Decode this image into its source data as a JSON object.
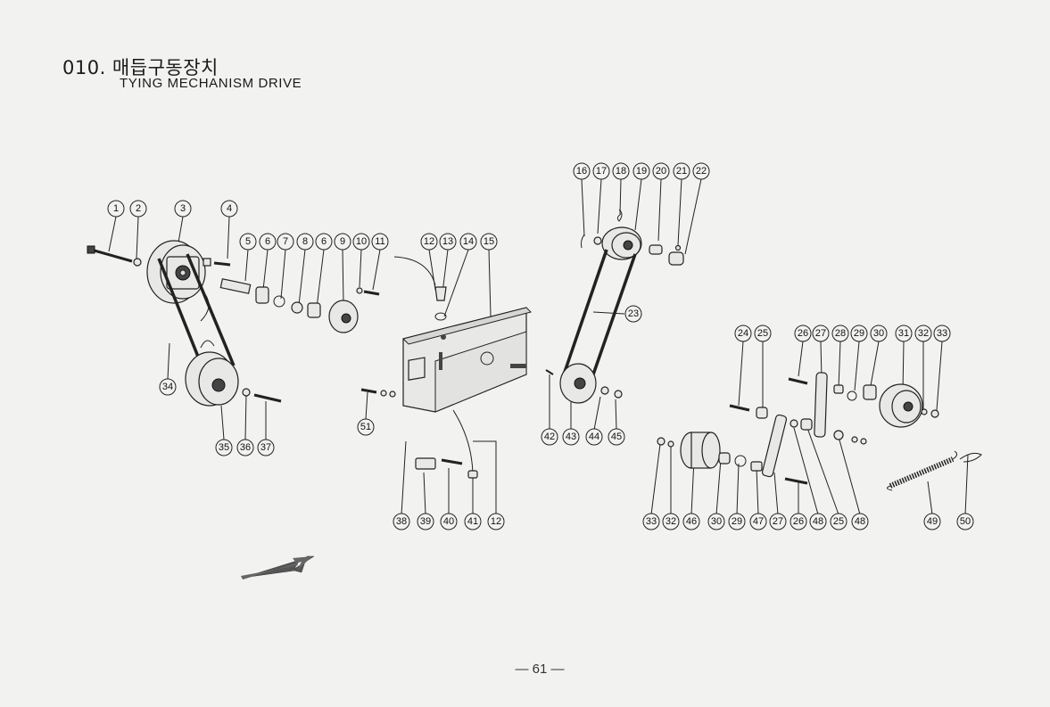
{
  "header": {
    "title": "010. 매듭구동장치",
    "subtitle": "TYING MECHANISM DRIVE"
  },
  "footer": {
    "page_number": "— 61 —"
  },
  "callouts": [
    {
      "label": "1"
    },
    {
      "label": "2"
    },
    {
      "label": "3"
    },
    {
      "label": "4"
    },
    {
      "label": "5"
    },
    {
      "label": "6"
    },
    {
      "label": "7"
    },
    {
      "label": "8"
    },
    {
      "label": "6"
    },
    {
      "label": "9"
    },
    {
      "label": "10"
    },
    {
      "label": "11"
    },
    {
      "label": "12"
    },
    {
      "label": "13"
    },
    {
      "label": "14"
    },
    {
      "label": "15"
    },
    {
      "label": "16"
    },
    {
      "label": "17"
    },
    {
      "label": "18"
    },
    {
      "label": "19"
    },
    {
      "label": "20"
    },
    {
      "label": "21"
    },
    {
      "label": "22"
    },
    {
      "label": "23"
    },
    {
      "label": "34"
    },
    {
      "label": "35"
    },
    {
      "label": "36"
    },
    {
      "label": "37"
    },
    {
      "label": "51"
    },
    {
      "label": "38"
    },
    {
      "label": "39"
    },
    {
      "label": "40"
    },
    {
      "label": "41"
    },
    {
      "label": "12"
    },
    {
      "label": "42"
    },
    {
      "label": "43"
    },
    {
      "label": "44"
    },
    {
      "label": "45"
    },
    {
      "label": "24"
    },
    {
      "label": "25"
    },
    {
      "label": "26"
    },
    {
      "label": "27"
    },
    {
      "label": "28"
    },
    {
      "label": "29"
    },
    {
      "label": "30"
    },
    {
      "label": "31"
    },
    {
      "label": "32"
    },
    {
      "label": "33"
    },
    {
      "label": "33"
    },
    {
      "label": "32"
    },
    {
      "label": "46"
    },
    {
      "label": "30"
    },
    {
      "label": "29"
    },
    {
      "label": "47"
    },
    {
      "label": "27"
    },
    {
      "label": "26"
    },
    {
      "label": "48"
    },
    {
      "label": "25"
    },
    {
      "label": "48"
    },
    {
      "label": "49"
    },
    {
      "label": "50"
    }
  ]
}
